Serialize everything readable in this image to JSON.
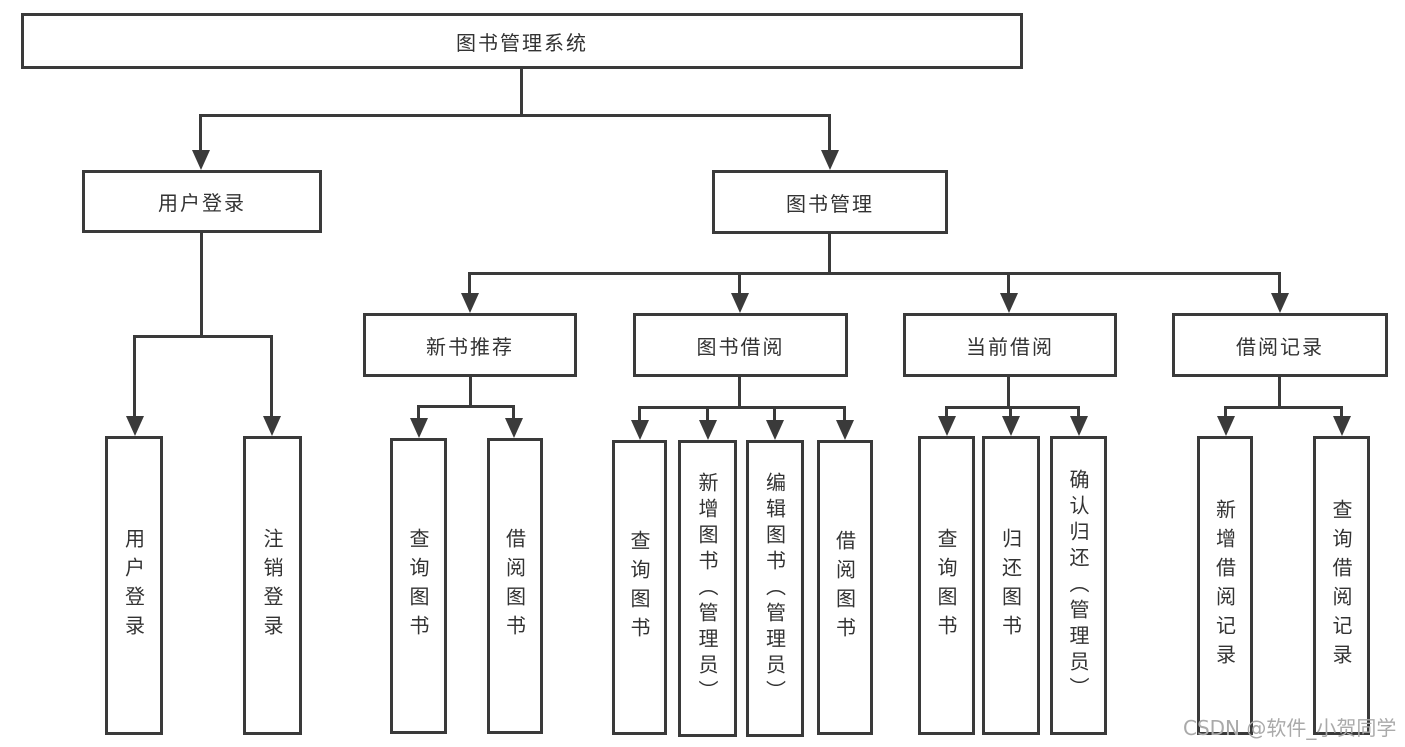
{
  "theme": {
    "line": "#3a3a3a",
    "text": "#333333",
    "bg": "#ffffff",
    "wm": "#aaaaaa"
  },
  "watermark": "CSDN @软件_小贺同学",
  "tree": {
    "root": "图书管理系统",
    "level2": {
      "user_login": "用户登录",
      "book_mgmt": "图书管理"
    },
    "level3": {
      "new_books": "新书推荐",
      "borrow": "图书借阅",
      "current": "当前借阅",
      "records": "借阅记录"
    },
    "leaves": {
      "user_login_1": "用户登录",
      "user_login_2": "注销登录",
      "new_books_1": "查询图书",
      "new_books_2": "借阅图书",
      "borrow_1": "查询图书",
      "borrow_2": "新增图书（管理员）",
      "borrow_3": "编辑图书（管理员）",
      "borrow_4": "借阅图书",
      "current_1": "查询图书",
      "current_2": "归还图书",
      "current_3": "确认归还（管理员）",
      "records_1": "新增借阅记录",
      "records_2": "查询借阅记录"
    }
  }
}
